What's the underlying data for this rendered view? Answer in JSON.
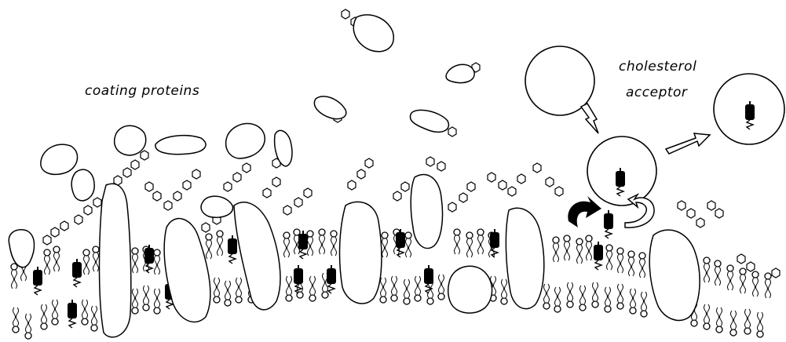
{
  "labels": {
    "coating_proteins": "coating proteins",
    "acceptor_line1": "cholesterol",
    "acceptor_line2": "acceptor"
  },
  "colors": {
    "ink": "#000000",
    "paper": "#ffffff"
  },
  "icons": {
    "cholesterol": "cholesterol-molecule-icon",
    "arrow": "outline-arrow-icon",
    "flip": "curved-arrow-icon"
  }
}
